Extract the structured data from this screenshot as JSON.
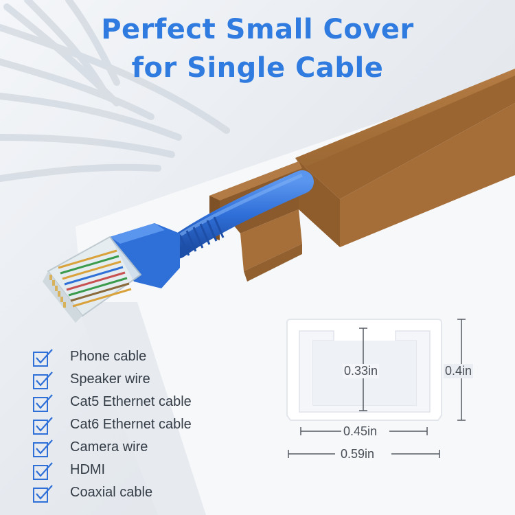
{
  "headline": {
    "line1": "Perfect Small Cover",
    "line2": "for Single Cable"
  },
  "colors": {
    "headline": "#2f7be0",
    "raceway": "#a8703a",
    "cable": "#2f6fd8",
    "check": "#2f6fd8",
    "profile": "#ffffff",
    "dimension_lines": "#555a62"
  },
  "compatible_cables": [
    "Phone cable",
    "Speaker wire",
    "Cat5 Ethernet cable",
    "Cat6 Ethernet cable",
    "Camera wire",
    "HDMI",
    "Coaxial cable"
  ],
  "dimensions": {
    "inner_height": "0.33in",
    "outer_height": "0.4in",
    "inner_width": "0.45in",
    "outer_width": "0.59in"
  }
}
